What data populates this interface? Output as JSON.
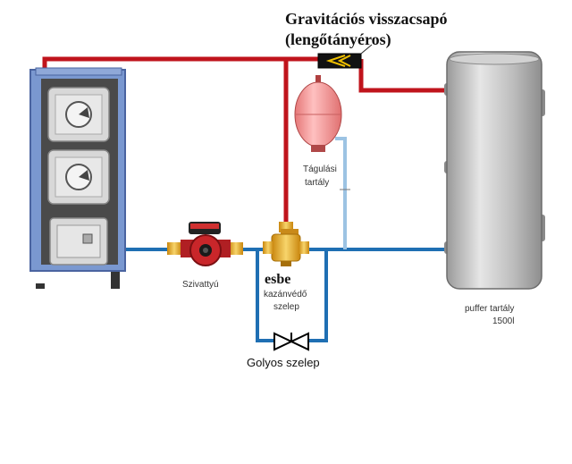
{
  "title": {
    "line1": "Gravitációs visszacsapó",
    "line2": "(lengőtányéros)"
  },
  "labels": {
    "expansion_tank_line1": "Tágulási",
    "expansion_tank_line2": "tartály",
    "pump": "Szivattyú",
    "esbe": "esbe",
    "valve_line1": "kazánvédő",
    "valve_line2": "szelep",
    "ball_valve": "Golyos szelep",
    "puffer_line1": "puffer tartály",
    "puffer_line2": "1500l"
  },
  "colors": {
    "hot_pipe": "#c0141c",
    "cold_pipe": "#1f6fb3",
    "light_pipe": "#9cc3e3",
    "boiler_frame": "#6f8fc6",
    "tank": "#b9b9b9",
    "expansion_tank": "#ef8f8f",
    "brass": "#e3a92a",
    "pump_body": "#c9262a"
  }
}
